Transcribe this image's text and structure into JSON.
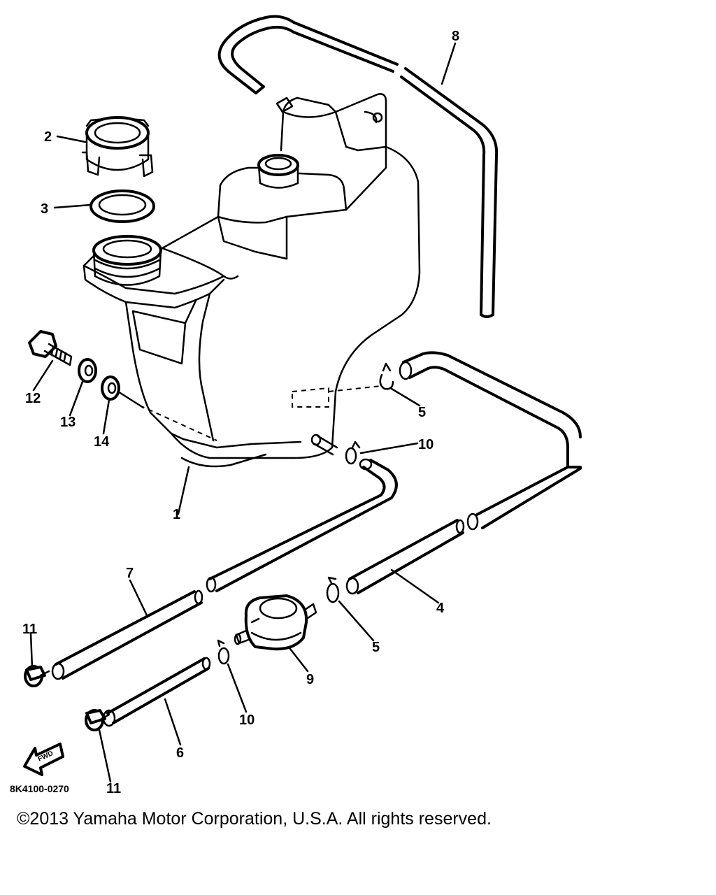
{
  "diagram": {
    "code": "8K4100-0270",
    "forward_label": "FWD",
    "callouts": [
      "1",
      "2",
      "3",
      "4",
      "5",
      "5",
      "6",
      "7",
      "8",
      "9",
      "10",
      "10",
      "11",
      "11",
      "12",
      "13",
      "14"
    ]
  },
  "footer": {
    "copyright": "©2013 Yamaha Motor Corporation, U.S.A. All rights reserved."
  }
}
